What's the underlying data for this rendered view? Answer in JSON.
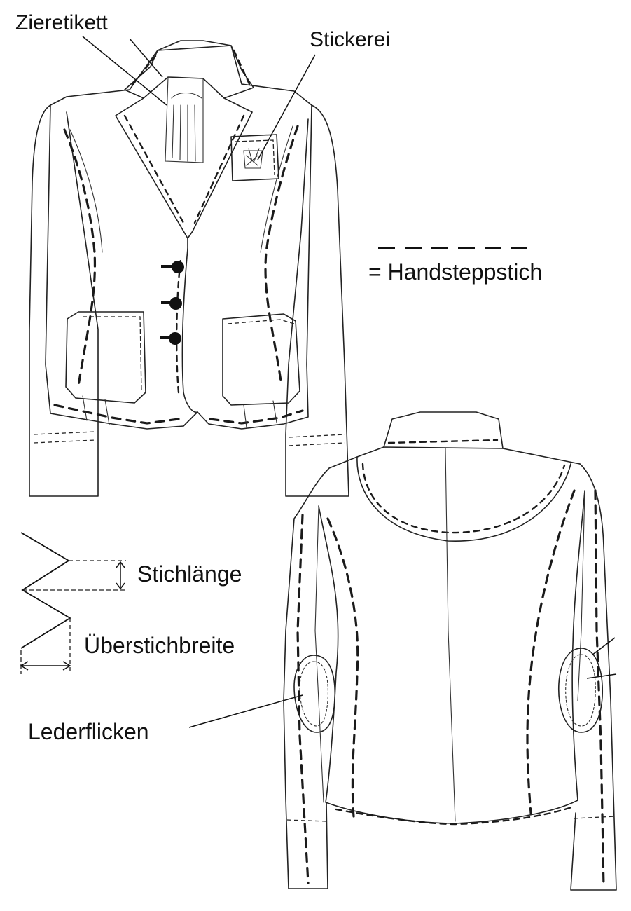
{
  "labels": {
    "ornament_tag": "Zieretikett",
    "embroidery": "Stickerei",
    "hand_stitch_legend": "= Handsteppstich",
    "stitch_length": "Stichlänge",
    "overstitch_width": "Überstichbreite",
    "leather_patch": "Lederflicken"
  },
  "colors": {
    "line": "#222222",
    "button": "#111111",
    "background": "#ffffff"
  }
}
